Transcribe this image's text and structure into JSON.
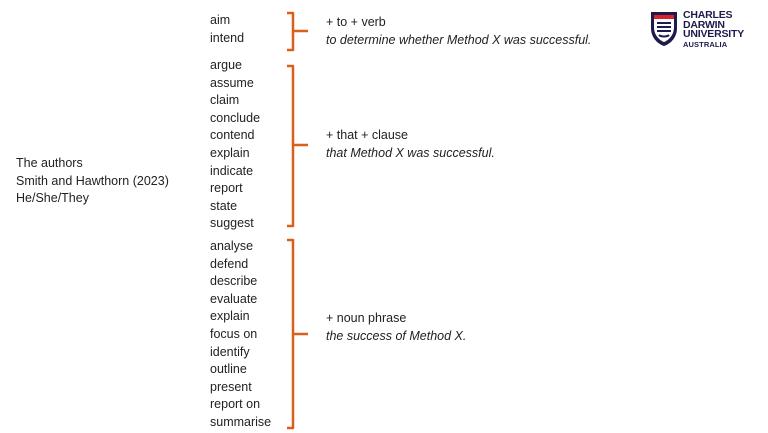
{
  "subjects": [
    "The authors",
    "Smith and Hawthorn (2023)",
    "He/She/They"
  ],
  "verb_groups": [
    {
      "verbs": [
        "aim",
        "intend"
      ],
      "pattern": "+ to + verb",
      "example": "to determine whether Method X was successful."
    },
    {
      "verbs": [
        "argue",
        "assume",
        "claim",
        "conclude",
        "contend",
        "explain",
        "indicate",
        "report",
        "state",
        "suggest"
      ],
      "pattern": "+ that + clause",
      "example": "that Method X was successful."
    },
    {
      "verbs": [
        "analyse",
        "defend",
        "describe",
        "evaluate",
        "explain",
        "focus on",
        "identify",
        "outline",
        "present",
        "report on",
        "summarise"
      ],
      "pattern": "+ noun phrase",
      "example": "the success of Method X."
    }
  ],
  "logo": {
    "line1": "CHARLES",
    "line2": "DARWIN",
    "line3": "UNIVERSITY",
    "line4": "AUSTRALIA"
  },
  "colors": {
    "bracket": "#d9601a",
    "logo_navy": "#1e1b4b",
    "logo_red": "#d9232e"
  }
}
